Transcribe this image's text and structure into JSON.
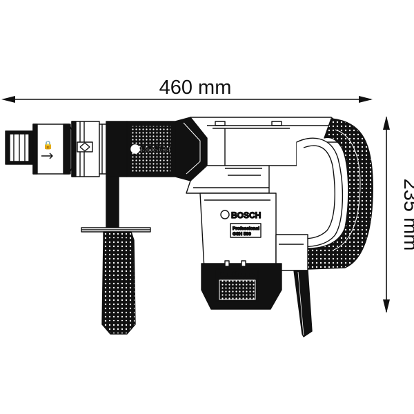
{
  "dimensions": {
    "width_label": "460 mm",
    "height_label": "235 mm"
  },
  "product": {
    "brand_upper": "BOSCH",
    "brand_body": "BOSCH",
    "line": "Professional",
    "model": "GSH 500",
    "cover_text": "Boschhammer"
  },
  "colors": {
    "ink": "#111111",
    "paper": "#ffffff"
  }
}
